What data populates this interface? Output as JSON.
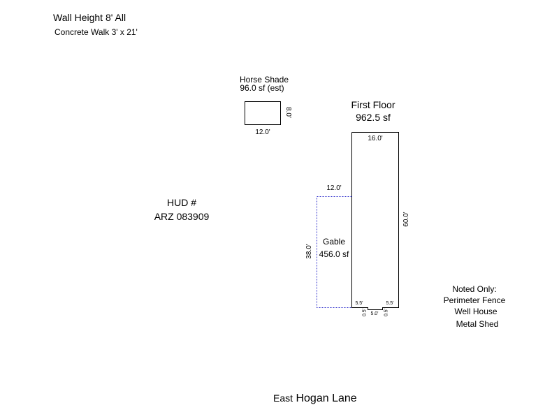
{
  "notes": {
    "wall_height": "Wall Height 8' All",
    "concrete_walk": "Concrete Walk 3' x 21'"
  },
  "horse_shade": {
    "label": "Horse Shade",
    "area": "96.0 sf (est)",
    "width_dim": "12.0'",
    "height_dim": "8.0'"
  },
  "first_floor": {
    "label": "First Floor",
    "area": "962.5 sf",
    "top_dim": "16.0'",
    "side_dim": "60.0'",
    "bottom_left_dim": "5.5'",
    "bottom_right_dim": "5.5'",
    "bottom_center_dim": "5.0'",
    "notch_left_dim": "0.5'",
    "notch_right_dim": "0.5'"
  },
  "gable": {
    "label": "Gable",
    "area": "456.0 sf",
    "top_dim": "12.0'",
    "side_dim": "38.0'",
    "line_color": "#3333cc"
  },
  "hud": {
    "label": "HUD #",
    "number": "ARZ 083909"
  },
  "noted_only": {
    "title": "Noted Only:",
    "items": [
      "Perimeter Fence",
      "Well House",
      "Metal Shed"
    ]
  },
  "street": {
    "prefix": "East",
    "name": "Hogan Lane"
  }
}
